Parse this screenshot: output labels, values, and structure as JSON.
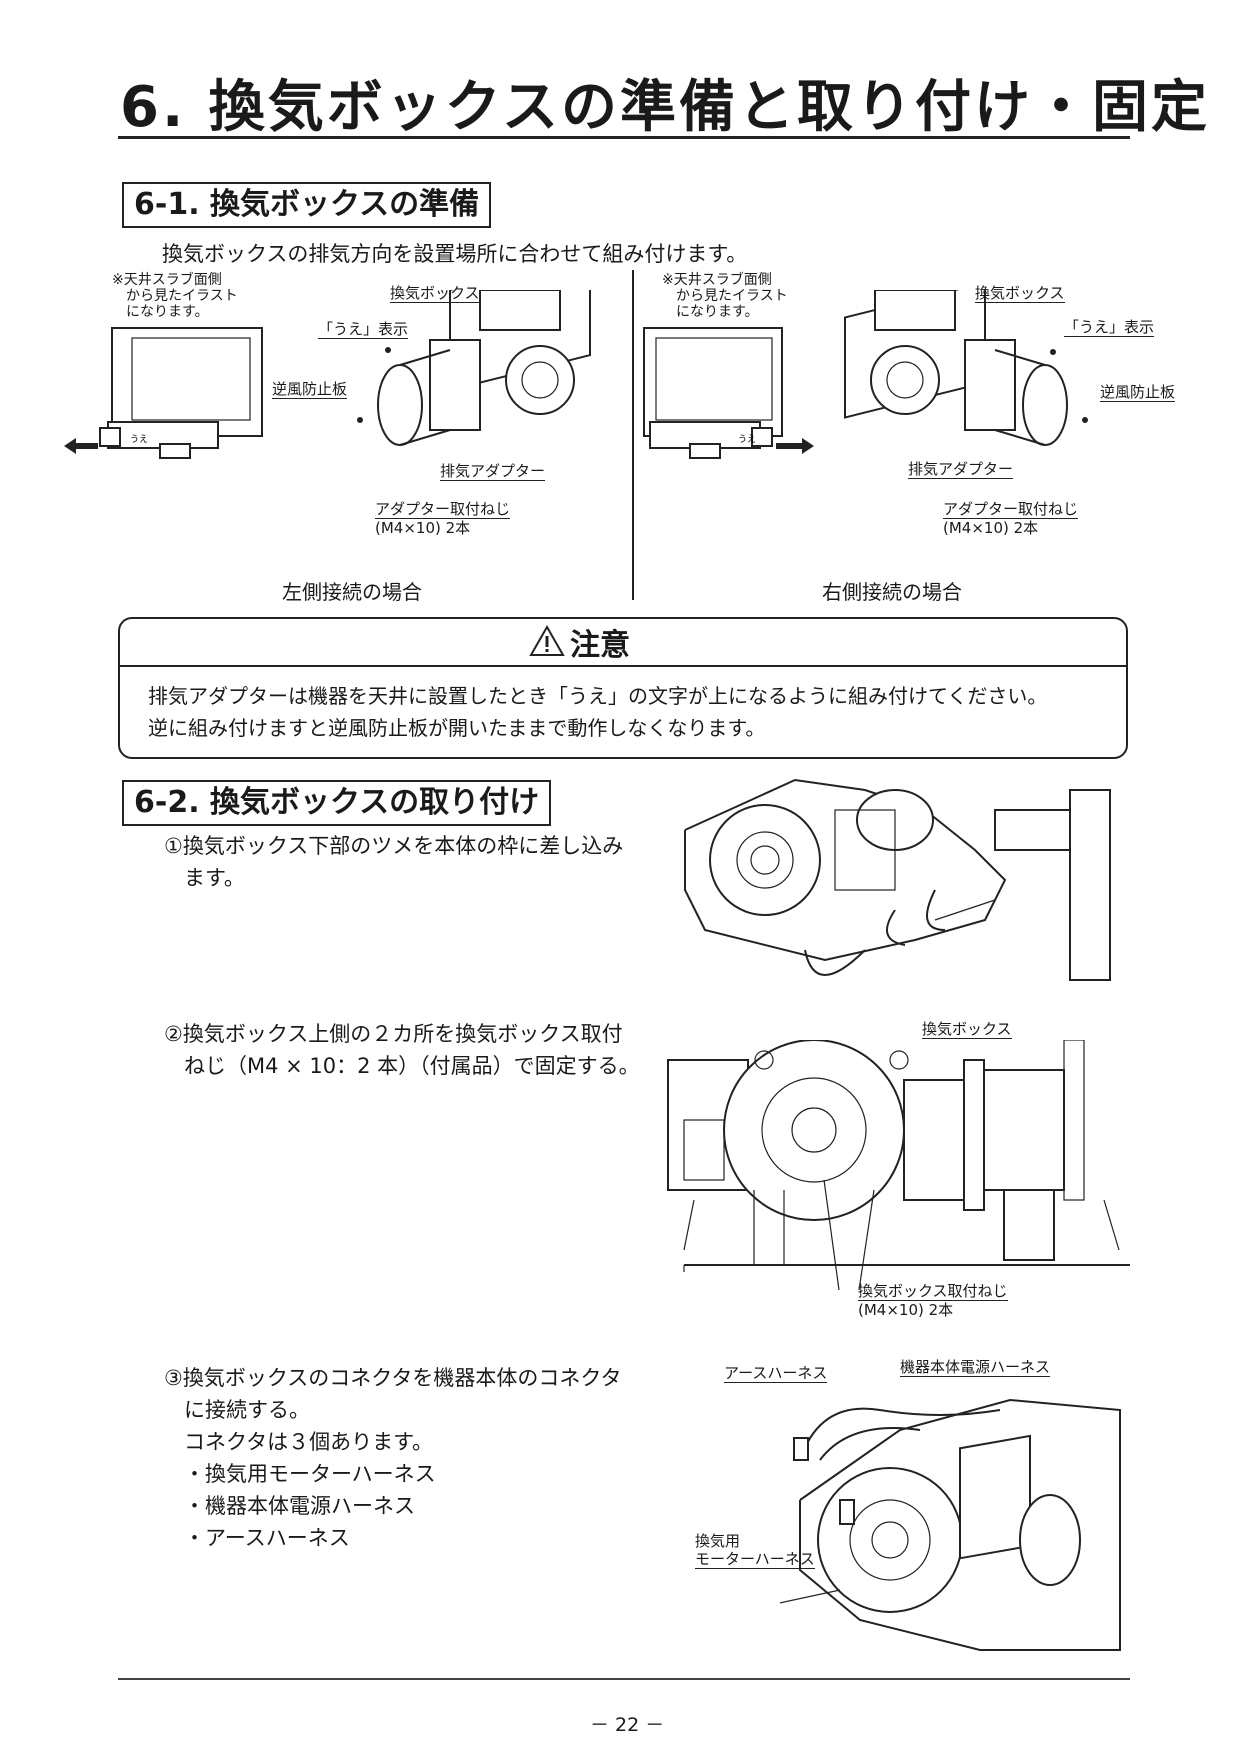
{
  "main_title": "6. 換気ボックスの準備と取り付け・固定",
  "section1": {
    "heading": "6-1. 換気ボックスの準備",
    "intro": "換気ボックスの排気方向を設置場所に合わせて組み付けます。",
    "note_lines": [
      "※天井スラブ面側",
      "から見たイラスト",
      "になります。"
    ],
    "left": {
      "caption": "左側接続の場合",
      "labels": {
        "box": "換気ボックス",
        "ue": "「うえ」表示",
        "backflow": "逆風防止板",
        "adapter": "排気アダプター",
        "screw1": "アダプター取付ねじ",
        "screw2": "(M4×10) 2本"
      }
    },
    "right": {
      "caption": "右側接続の場合",
      "labels": {
        "box": "換気ボックス",
        "ue": "「うえ」表示",
        "backflow": "逆風防止板",
        "adapter": "排気アダプター",
        "screw1": "アダプター取付ねじ",
        "screw2": "(M4×10) 2本"
      }
    }
  },
  "caution": {
    "title": "注意",
    "lines": [
      "排気アダプターは機器を天井に設置したとき「うえ」の文字が上になるように組み付けてください。",
      "逆に組み付けますと逆風防止板が開いたままで動作しなくなります。"
    ]
  },
  "section2": {
    "heading": "6-2. 換気ボックスの取り付け",
    "step1": [
      "①換気ボックス下部のツメを本体の枠に差し込み",
      "ます。"
    ],
    "step2": [
      "②換気ボックス上側の２カ所を換気ボックス取付",
      "ねじ（M4 × 10：2 本）（付属品）で固定する。"
    ],
    "step2_labels": {
      "box": "換気ボックス",
      "screw1": "換気ボックス取付ねじ",
      "screw2": "(M4×10) 2本"
    },
    "step3": [
      "③換気ボックスのコネクタを機器本体のコネクタ",
      "に接続する。",
      "コネクタは３個あります。",
      "・換気用モーターハーネス",
      "・機器本体電源ハーネス",
      "・アースハーネス"
    ],
    "step3_labels": {
      "earth": "アースハーネス",
      "power": "機器本体電源ハーネス",
      "motor1": "換気用",
      "motor2": "モーターハーネス"
    }
  },
  "page_number": "－ 22 －",
  "icons": [
    "warning-triangle-icon",
    "arrow-left-icon",
    "arrow-right-icon"
  ]
}
